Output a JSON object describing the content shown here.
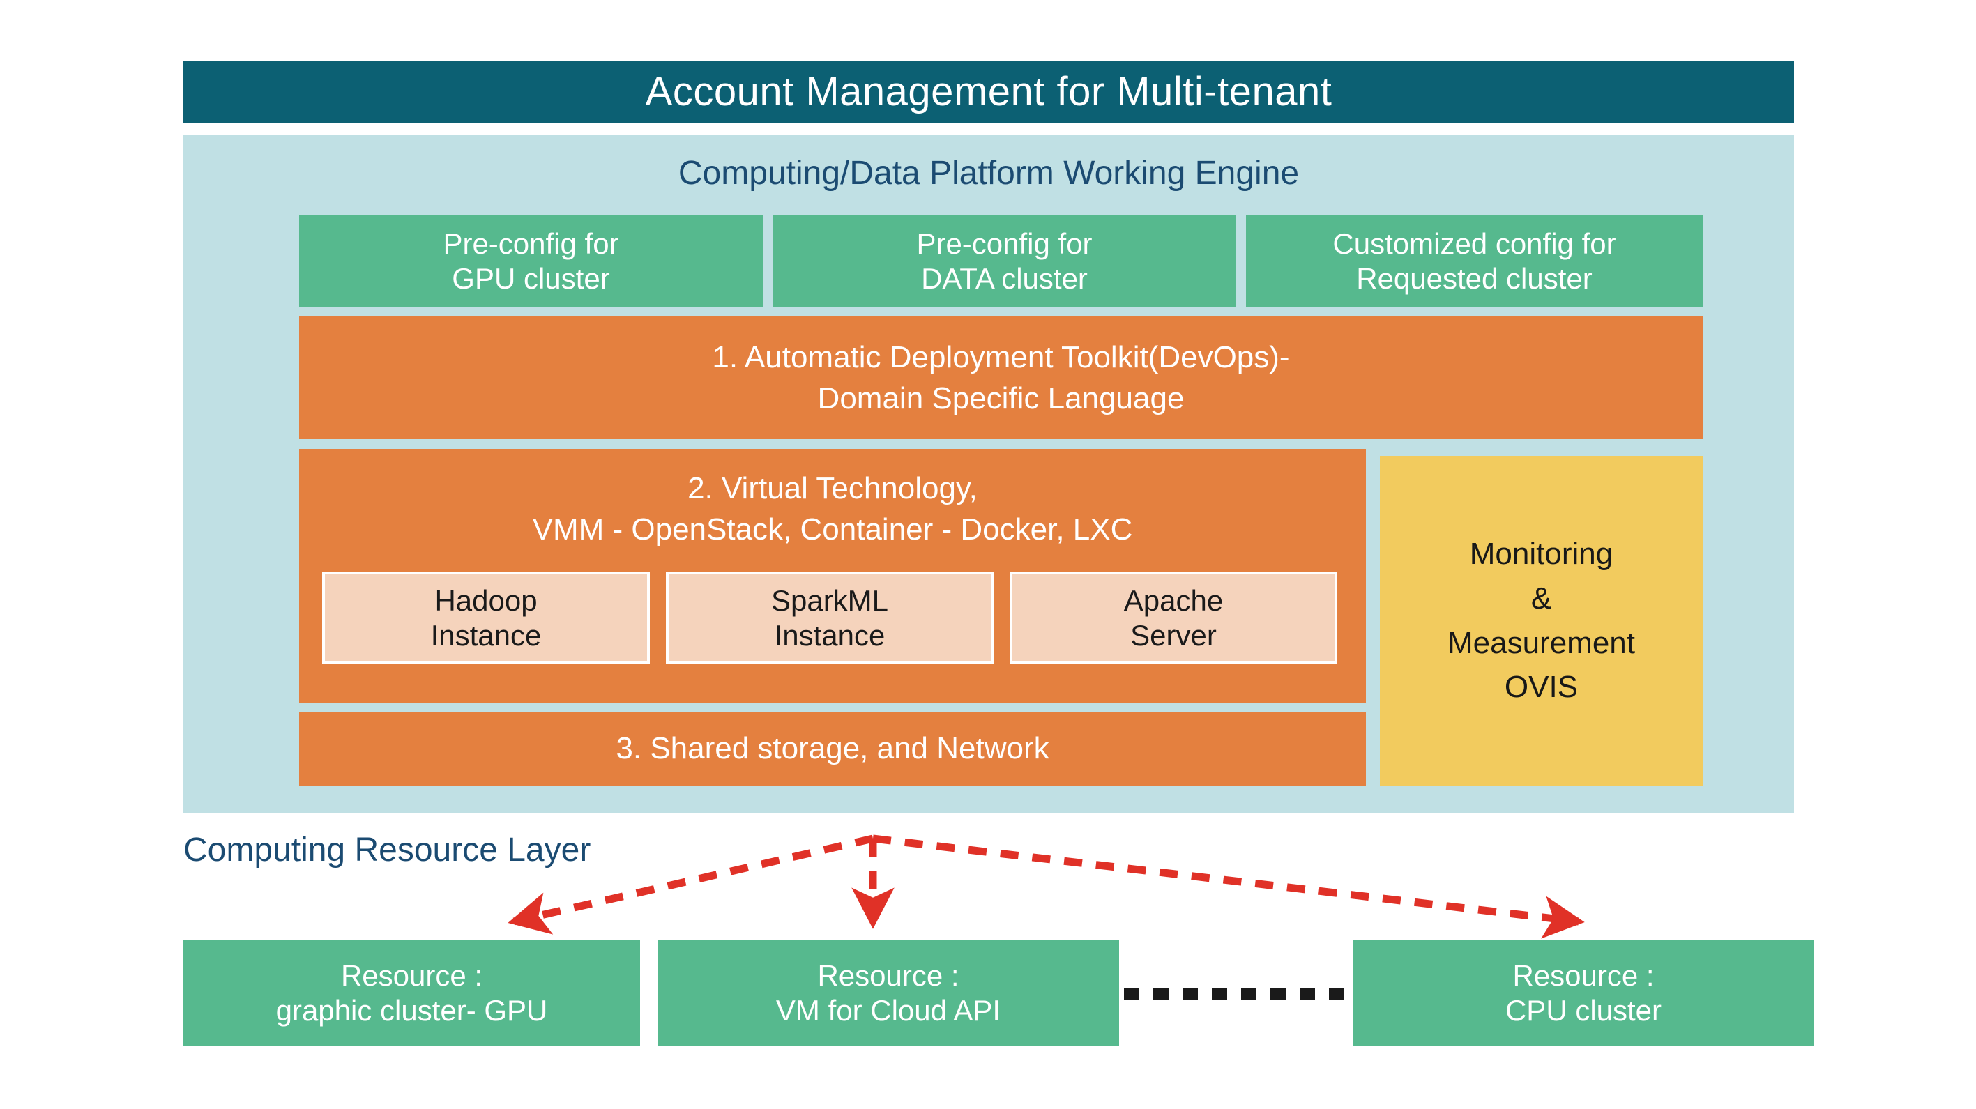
{
  "title_bar": {
    "label": "Account Management for Multi-tenant"
  },
  "engine": {
    "heading": "Computing/Data Platform Working Engine",
    "preconfig": [
      {
        "name": "gpu",
        "line1": "Pre-config for",
        "line2": "GPU cluster"
      },
      {
        "name": "data",
        "line1": "Pre-config for",
        "line2": "DATA cluster"
      },
      {
        "name": "req",
        "line1": "Customized config for",
        "line2": "Requested cluster"
      }
    ],
    "toolkit": {
      "line1": "1. Automatic Deployment Toolkit(DevOps)-",
      "line2": "Domain Specific Language"
    },
    "virtual": {
      "line1": "2. Virtual Technology,",
      "line2": "VMM - OpenStack, Container - Docker, LXC",
      "instances": [
        {
          "name": "hadoop",
          "line1": "Hadoop",
          "line2": "Instance"
        },
        {
          "name": "spark",
          "line1": "SparkML",
          "line2": "Instance"
        },
        {
          "name": "apache",
          "line1": "Apache",
          "line2": "Server"
        }
      ]
    },
    "storage": {
      "label": "3. Shared storage, and Network"
    },
    "monitoring": {
      "line1": "Monitoring",
      "line2": "&",
      "line3": "Measurement",
      "line4": "OVIS"
    }
  },
  "resource_layer": {
    "label": "Computing Resource Layer",
    "resources": [
      {
        "name": "gpu",
        "line1": "Resource :",
        "line2": "graphic cluster- GPU"
      },
      {
        "name": "vm",
        "line1": "Resource :",
        "line2": "VM for Cloud API"
      },
      {
        "name": "cpu",
        "line1": "Resource :",
        "line2": "CPU cluster"
      }
    ]
  },
  "colors": {
    "header_teal": "#0C6073",
    "panel_light_blue": "#C0E0E4",
    "green": "#56B98E",
    "orange": "#E4803F",
    "peach": "#F5D3BC",
    "yellow": "#F2CB5E",
    "navy_text": "#1B4B72",
    "arrow_red": "#E03127",
    "link_black": "#1A1A1A"
  }
}
